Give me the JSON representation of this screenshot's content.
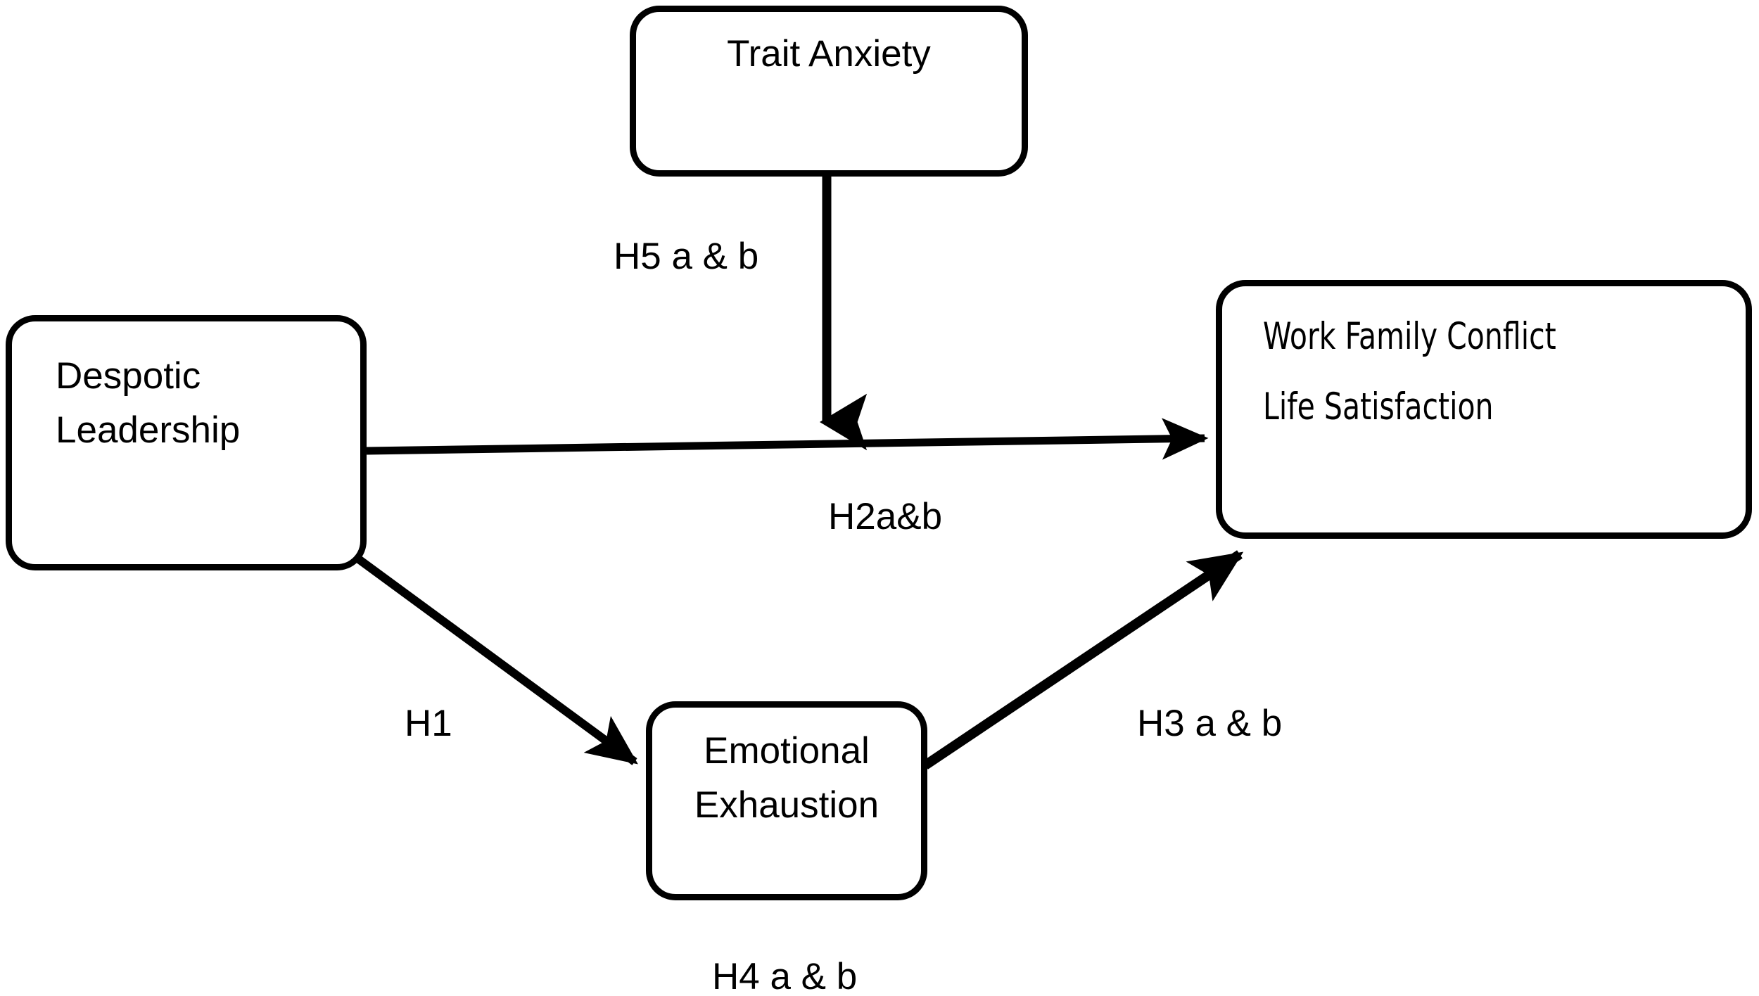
{
  "diagram": {
    "title": "Despotic Leadership Conceptual Model",
    "type": "path-model",
    "background_color": "#ffffff",
    "stroke_color": "#000000",
    "nodes": [
      {
        "id": "trait-anxiety",
        "lines": [
          "Trait Anxiety"
        ],
        "role": "moderator"
      },
      {
        "id": "despotic-leadership",
        "lines": [
          "Despotic",
          "Leadership"
        ],
        "role": "predictor"
      },
      {
        "id": "outcomes",
        "lines": [
          "Work Family Conflict",
          "Life Satisfaction"
        ],
        "role": "outcome"
      },
      {
        "id": "emotional-exhaustion",
        "lines": [
          "Emotional",
          "Exhaustion"
        ],
        "role": "mediator"
      }
    ],
    "edge_labels": {
      "h5": "H5 a & b",
      "h2": "H2a&b",
      "h1": "H1",
      "h3": "H3 a & b",
      "h4": "H4 a & b"
    },
    "edges": [
      {
        "id": "h5",
        "from": "trait-anxiety",
        "to": "h2-path",
        "label": "H5 a & b",
        "style": "solid-arrow"
      },
      {
        "id": "h2",
        "from": "despotic-leadership",
        "to": "outcomes",
        "label": "H2a&b",
        "style": "solid-arrow"
      },
      {
        "id": "h1",
        "from": "despotic-leadership",
        "to": "emotional-exhaustion",
        "label": "H1",
        "style": "solid-arrow"
      },
      {
        "id": "h3",
        "from": "emotional-exhaustion",
        "to": "outcomes",
        "label": "H3 a & b",
        "style": "solid-arrow"
      },
      {
        "id": "h4",
        "from": "despotic-leadership",
        "to": "outcomes",
        "label": "H4 a & b",
        "style": "indirect-effect"
      }
    ]
  }
}
